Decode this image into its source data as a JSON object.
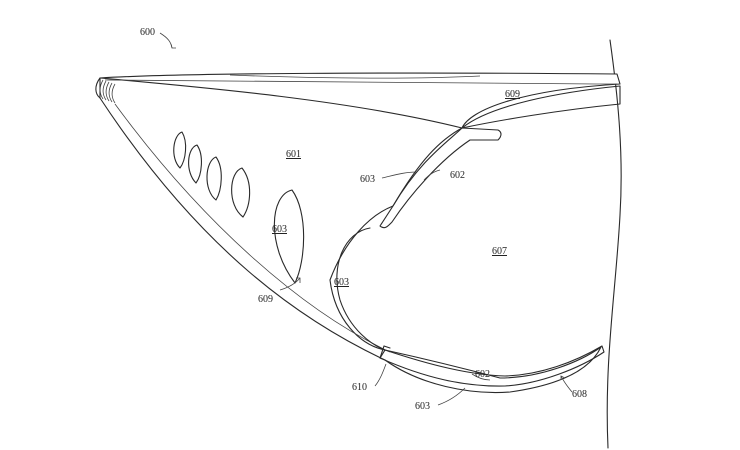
{
  "figure": {
    "background_color": "#ffffff",
    "line_color": "#2a2a2a",
    "labels": {
      "l600": "600",
      "l601": "601",
      "l602a": "602",
      "l602b": "602",
      "l603a": "603",
      "l603b": "603",
      "l603c": "603",
      "l603d": "603",
      "l607": "607",
      "l608": "608",
      "l609a": "609",
      "l609b": "609",
      "l610": "610"
    }
  }
}
